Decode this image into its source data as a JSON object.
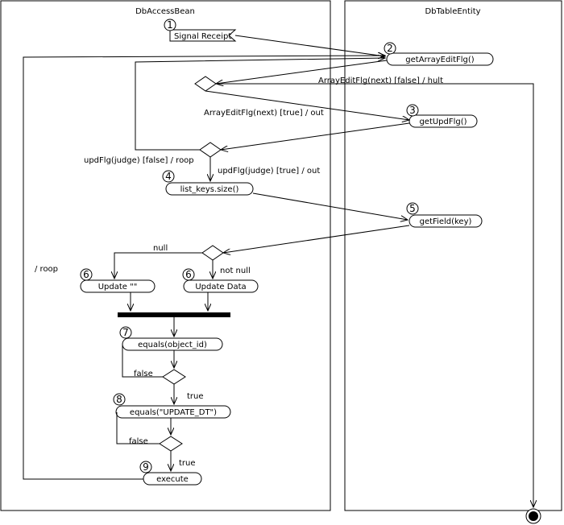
{
  "swimlanes": {
    "left": "DbAccessBean",
    "right": "DbTableEntity"
  },
  "steps": {
    "n1": "1",
    "n2": "2",
    "n3": "3",
    "n4": "4",
    "n5": "5",
    "n6a": "6",
    "n6b": "6",
    "n7": "7",
    "n8": "8",
    "n9": "9"
  },
  "nodes": {
    "signal_receipt": "Signal Receipt",
    "get_array_edit_flg": "getArrayEditFlg()",
    "get_upd_flg": "getUpdFlg()",
    "list_keys_size": "list_keys.size()",
    "get_field": "getField(key)",
    "update_empty": "Update \"\"",
    "update_data": "Update Data",
    "equals_object_id": "equals(object_id)",
    "equals_update_dt": "equals(\"UPDATE_DT\")",
    "execute": "execute"
  },
  "guards": {
    "array_false_halt": "ArrayEditFlg(next) [false] / hult",
    "array_true_out": "ArrayEditFlg(next) [true] / out",
    "upd_false_loop": "updFlg(judge) [false] / roop",
    "upd_true_out": "updFlg(judge) [true] / out",
    "null": "null",
    "not_null": "not null",
    "roop": "/ roop",
    "false_1": "false",
    "true_1": "true",
    "false_2": "false",
    "true_2": "true"
  }
}
